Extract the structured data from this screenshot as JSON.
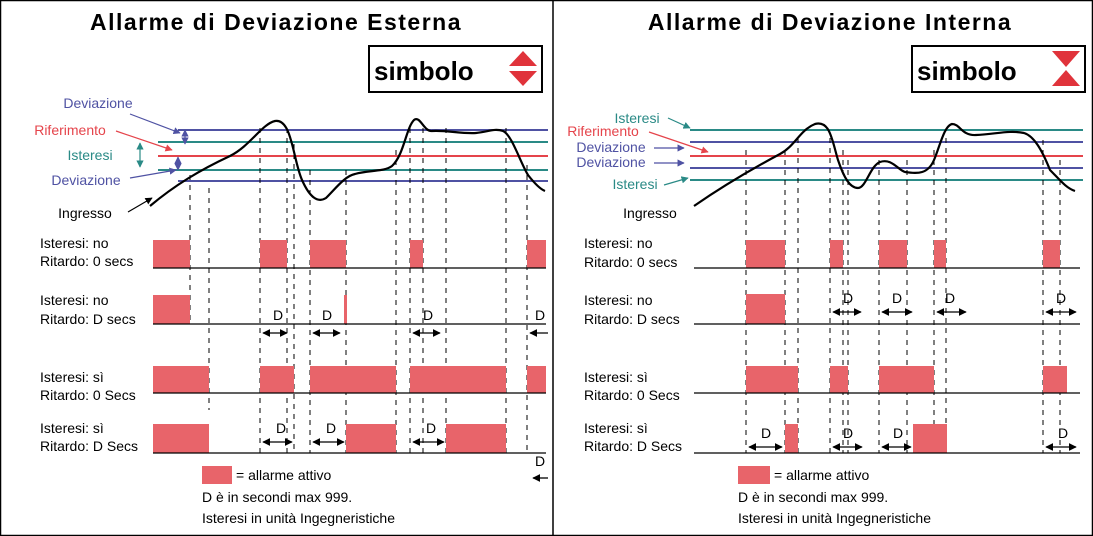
{
  "colors": {
    "red": "#e8646a",
    "red_line": "#e5444b",
    "blue": "#4f52a3",
    "teal": "#2a8a86",
    "alarm_fill": "#e8646a",
    "symbol_red": "#e0333b"
  },
  "left": {
    "title": "Allarme di Deviazione Esterna",
    "symbol_label": "simbolo",
    "symbol_icon": "deviation-outside-arrows-icon",
    "labels": {
      "dev_top": "Deviazione",
      "setpoint": "Riferimento",
      "hyst": "Isteresi",
      "dev_bottom": "Deviazione",
      "input": "Ingresso"
    },
    "rows": [
      {
        "line1": "Isteresi: no",
        "line2": "Ritardo: 0 secs"
      },
      {
        "line1": "Isteresi: no",
        "line2": "Ritardo: D secs"
      },
      {
        "line1": "Isteresi: sì",
        "line2": "Ritardo: 0 Secs"
      },
      {
        "line1": "Isteresi: sì",
        "line2": "Ritardo: D Secs"
      }
    ],
    "delay_marker": "D",
    "legend": {
      "active": "= allarme attivo",
      "note1": "D è in secondi max 999.",
      "note2": "Isteresi in unità Ingegneristiche"
    }
  },
  "right": {
    "title": "Allarme di Deviazione Interna",
    "symbol_label": "simbolo",
    "symbol_icon": "deviation-inside-arrows-icon",
    "labels": {
      "hyst_top": "Isteresi",
      "setpoint": "Riferimento",
      "dev_top": "Deviazione",
      "dev_bottom": "Deviazione",
      "hyst_bottom": "Isteresi",
      "input": "Ingresso"
    },
    "rows": [
      {
        "line1": "Isteresi: no",
        "line2": "Ritardo: 0 secs"
      },
      {
        "line1": "Isteresi: no",
        "line2": "Ritardo: D secs"
      },
      {
        "line1": "Isteresi: sì",
        "line2": "Ritardo: 0 Secs"
      },
      {
        "line1": "Isteresi: sì",
        "line2": "Ritardo: D Secs"
      }
    ],
    "delay_marker": "D",
    "legend": {
      "active": "= allarme attivo",
      "note1": "D è in secondi max 999.",
      "note2": "Isteresi in unità Ingegneristiche"
    }
  }
}
